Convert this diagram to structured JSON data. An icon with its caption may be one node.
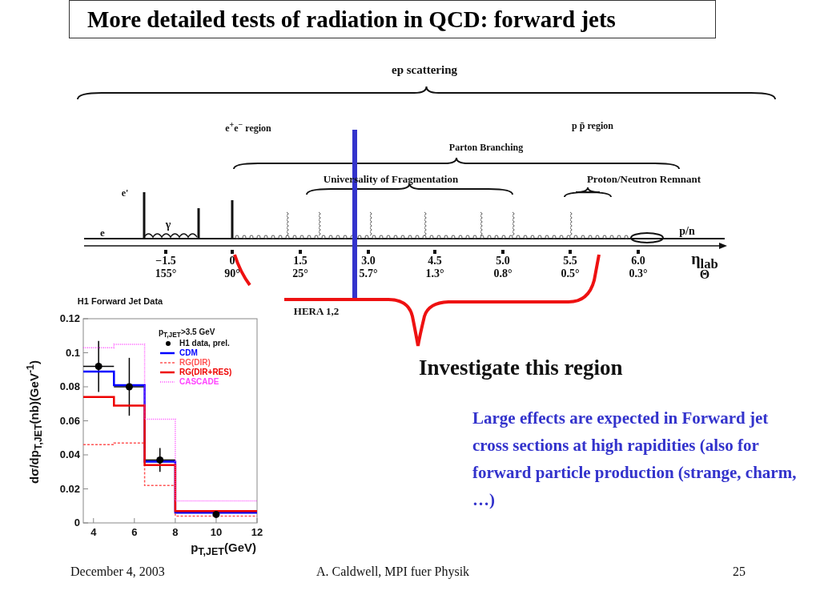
{
  "diagram": {
    "title": "More detailed tests of radiation in QCD: forward jets",
    "labels": [
      "ep scattering",
      "e$^{+}$e$^{−}$ region",
      "p p̄ region",
      "Parton Branching",
      "Universality of Fragmentation",
      "Proton/Neutron Remnant",
      "e'",
      "e",
      "γ",
      "p/n",
      "−1.5",
      "0",
      "1.5",
      "3.0",
      "4.5",
      "5.0",
      "5.5",
      "6.0",
      "η$_{lab}$",
      "155°",
      "90°",
      "25°",
      "5.7°",
      "1.3°",
      "0.8°",
      "0.5°",
      "0.3°",
      "Θ",
      "HERA 1,2",
      "Investigate this region",
      "Large effects are expected in Forward jet cross sections at high rapidities (also for forward particle production (strange, charm, …)",
      "December 4, 2003",
      "A. Caldwell, MPI fuer Physik",
      "25"
    ],
    "chart_data": {
      "type": "line",
      "title": "H1 Forward Jet Data",
      "xlabel": "p$_{T,JET}$(GeV)",
      "ylabel": "dσ/dp$_{T,JET}$(nb)(GeV$^{-1}$)",
      "x": [
        3.5,
        4.25,
        5,
        5,
        5.75,
        6.5,
        6.5,
        7.25,
        8,
        8,
        10,
        12
      ],
      "series": [
        {
          "name": "H1 data, prel.",
          "color": "#000000",
          "values": [
            null,
            0.092,
            null,
            null,
            0.08,
            null,
            null,
            0.037,
            null,
            null,
            0.005,
            null
          ],
          "marker": "circle",
          "line_style": "none",
          "errors": [
            null,
            0.015,
            null,
            null,
            0.017,
            null,
            null,
            0.007,
            null,
            null,
            0.001,
            null
          ],
          "xerrors": [
            null,
            0.75,
            null,
            null,
            0.75,
            null,
            null,
            0.75,
            null,
            null,
            0,
            null
          ]
        },
        {
          "name": "CDM",
          "color": "#0000ff",
          "values": [
            0.089,
            0.089,
            0.089,
            0.081,
            0.081,
            0.081,
            0.036,
            0.036,
            0.036,
            0.006,
            0.006,
            0.006
          ],
          "line_style": "solid"
        },
        {
          "name": "RG(DIR)",
          "color": "#ff5555",
          "values": [
            0.046,
            0.046,
            0.046,
            0.047,
            0.047,
            0.047,
            0.022,
            0.022,
            0.022,
            0.004,
            0.004,
            0.004
          ],
          "line_style": "dashed"
        },
        {
          "name": "RG(DIR+RES)",
          "color": "#ee0000",
          "values": [
            0.074,
            0.074,
            0.074,
            0.069,
            0.069,
            0.069,
            0.034,
            0.034,
            0.034,
            0.007,
            0.007,
            0.007
          ],
          "line_style": "solid"
        },
        {
          "name": "CASCADE",
          "color": "#ff44ff",
          "values": [
            0.103,
            0.103,
            0.103,
            0.105,
            0.105,
            0.105,
            0.061,
            0.061,
            0.061,
            0.013,
            0.013,
            0.013
          ],
          "line_style": "dotted"
        }
      ],
      "legend": "upper right",
      "xlim": [
        3.5,
        12
      ],
      "ylim": [
        0,
        0.12
      ],
      "xticks": [
        4,
        6,
        8,
        10,
        12
      ],
      "yticks": [
        0,
        0.02,
        0.04,
        0.06,
        0.08,
        0.1,
        0.12
      ],
      "annotations": [
        "p$_{T,JET}$>3.5 GeV"
      ]
    }
  }
}
